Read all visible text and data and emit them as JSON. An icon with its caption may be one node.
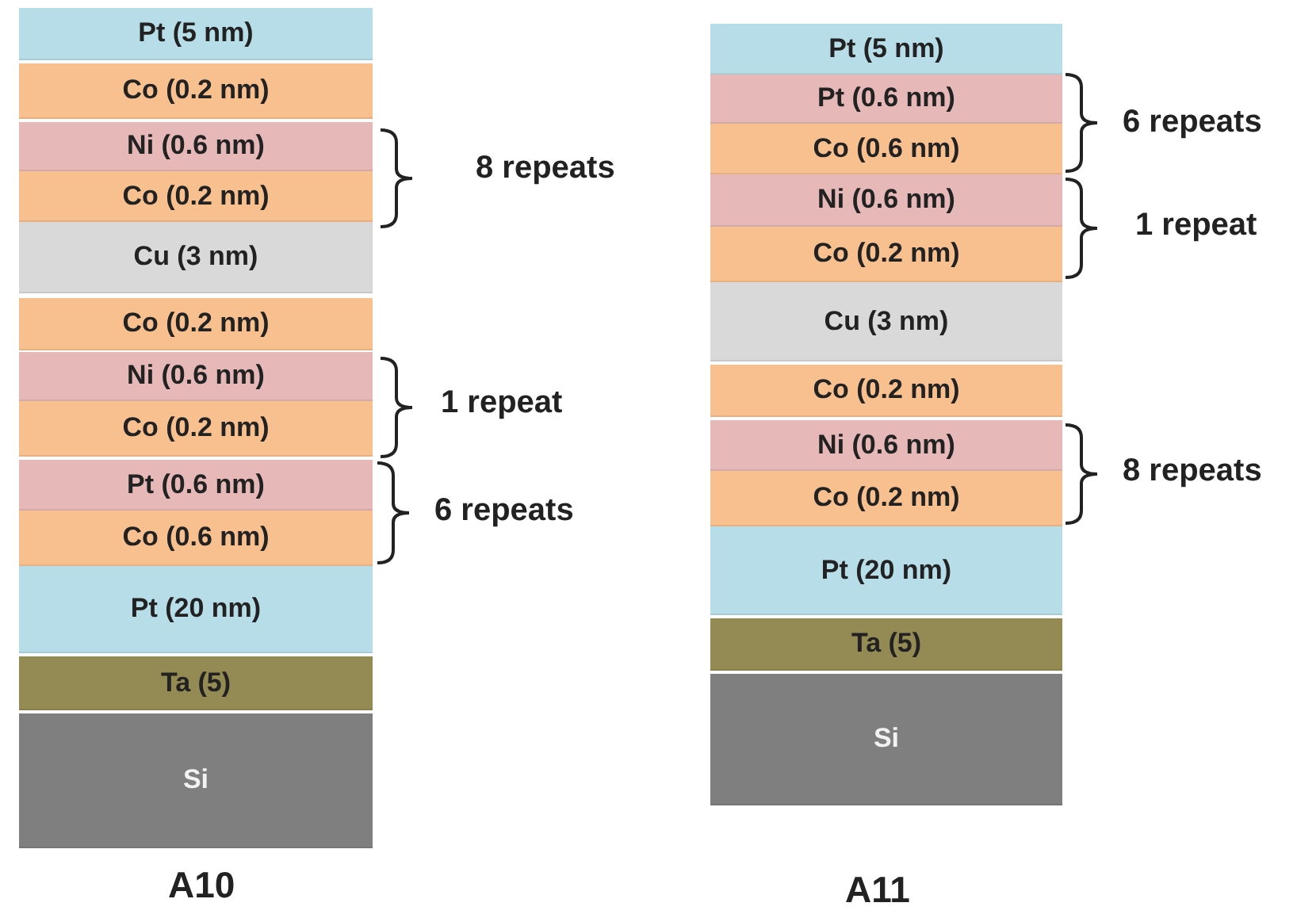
{
  "diagram": {
    "nodes": [
      {
        "text": [
          "Pt (5 nm)"
        ]
      },
      {
        "text": [
          "Co (0.2 nm)"
        ]
      },
      {
        "text": [
          "Ni (0.6 nm)"
        ]
      },
      {
        "text": [
          "Co (0.2 nm)"
        ]
      },
      {
        "text": [
          "Cu (3 nm)"
        ]
      },
      {
        "text": [
          "Co (0.2 nm)"
        ]
      },
      {
        "text": [
          "Ni (0.6 nm)"
        ]
      },
      {
        "text": [
          "Co (0.2 nm)"
        ]
      },
      {
        "text": [
          "Pt (0.6 nm)"
        ]
      },
      {
        "text": [
          "Co (0.6 nm)"
        ]
      },
      {
        "text": [
          "Pt (20 nm)"
        ]
      },
      {
        "text": [
          "Ta (5)"
        ]
      },
      {
        "text": [
          "Si"
        ]
      },
      {
        "text": [
          "Pt (5 nm)"
        ]
      },
      {
        "text": [
          "Pt (0.6 nm)"
        ]
      },
      {
        "text": [
          "Co (0.6 nm)"
        ]
      },
      {
        "text": [
          "Ni (0.6 nm)"
        ]
      },
      {
        "text": [
          "Co (0.2 nm)"
        ]
      },
      {
        "text": [
          "Cu (3 nm)"
        ]
      },
      {
        "text": [
          "Co (0.2 nm)"
        ]
      },
      {
        "text": [
          "Ni (0.6 nm)"
        ]
      },
      {
        "text": [
          "Co (0.2 nm)"
        ]
      },
      {
        "text": [
          "Pt (20 nm)"
        ]
      },
      {
        "text": [
          "Ta (5)"
        ]
      },
      {
        "text": [
          "Si"
        ]
      }
    ],
    "labels": [
      "6 repeats",
      "8 repeats",
      "1 repeat",
      "1 repeat",
      "6 repeats",
      "8 repeats",
      "A10",
      "A11"
    ]
  }
}
